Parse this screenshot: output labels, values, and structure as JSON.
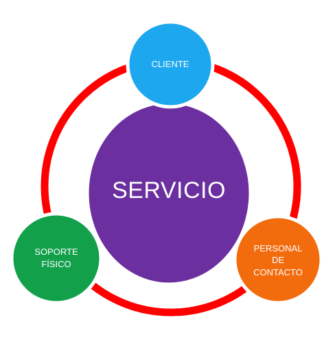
{
  "diagram": {
    "center": {
      "label": "SERVICIO",
      "color": "#6b2fa0"
    },
    "nodes": [
      {
        "id": "cliente",
        "label": "CLIENTE",
        "color": "#1da7ef"
      },
      {
        "id": "soporte",
        "label": "SOPORTE\nFÍSICO",
        "color": "#13a04b"
      },
      {
        "id": "personal",
        "label": "PERSONAL\nDE\nCONTACTO",
        "color": "#f26b0d"
      }
    ],
    "ring_color": "#ff0000"
  }
}
